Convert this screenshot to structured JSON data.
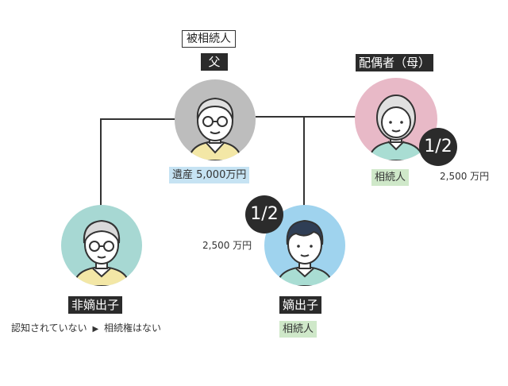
{
  "deceased": {
    "role": "被相続人",
    "name": "父",
    "estate": "遺産 5,000万円",
    "icon": "elderly-man-with-glasses-icon",
    "bg_color": "#bdbdbd"
  },
  "spouse": {
    "name": "配偶者（母）",
    "status": "相続人",
    "share": "1/2",
    "amount": "2,500 万円",
    "icon": "elderly-woman-icon",
    "bg_color": "#e8b9c7"
  },
  "legitimate_child": {
    "name": "嫡出子",
    "status": "相続人",
    "share": "1/2",
    "amount": "2,500 万円",
    "icon": "young-man-icon",
    "bg_color": "#9fd3ee"
  },
  "illegitimate_child": {
    "name": "非嫡出子",
    "note_prefix": "認知されていない",
    "note_arrow": "▶",
    "note_suffix": "相続権はない",
    "icon": "man-with-glasses-icon",
    "bg_color": "#a7d8d3"
  },
  "colors": {
    "line": "#333333",
    "label_dark": "#2b2b2b",
    "estate_tag": "#c6e3f3",
    "heir_tag": "#cfe8c9"
  }
}
